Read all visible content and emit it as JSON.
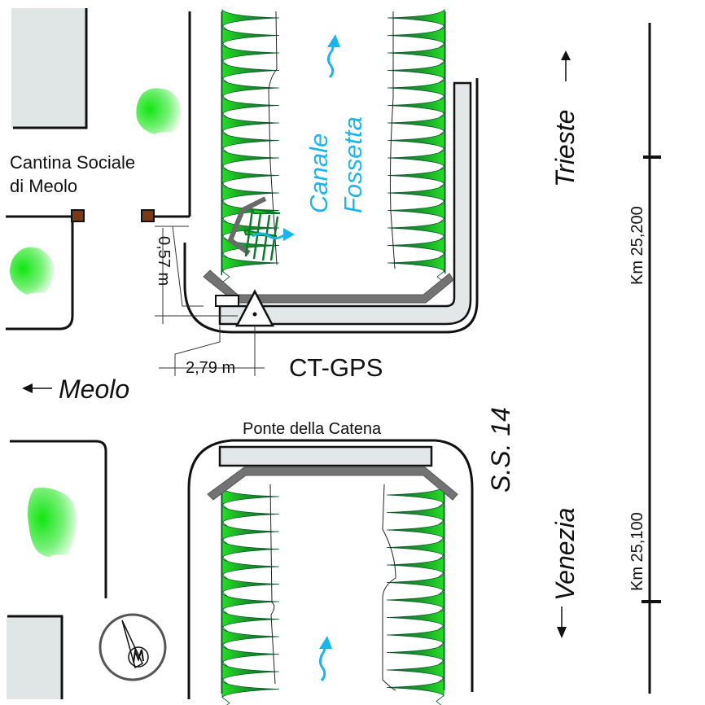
{
  "map": {
    "title": "CT-GPS",
    "places": {
      "cantina_line1": "Cantina Sociale",
      "cantina_line2": "di Meolo",
      "meolo": "Meolo",
      "trieste": "Trieste",
      "venezia": "Venezia",
      "canale_line1": "Canale",
      "canale_line2": "Fossetta",
      "bridge": "Ponte della Catena",
      "road": "S.S. 14"
    },
    "measurements": {
      "offset_vertical": "0,57 m",
      "offset_horizontal": "2,79 m"
    },
    "kilometer_markers": [
      {
        "label": "Km 25,200"
      },
      {
        "label": "Km 25,100"
      }
    ],
    "colors": {
      "water_text": "#19b5f0",
      "vegetation": "#22dd22",
      "vegetation_dark": "#0c5a2a",
      "bridge_fill": "#e3e7e7",
      "embankment": "#707070",
      "pillar": "#7a3a12",
      "building": "#e0e6e6"
    },
    "icons": {
      "station": "triangle-station-icon",
      "compass": "compass-icon",
      "flow": "water-flow-arrow-icon",
      "tree": "tree-icon"
    }
  }
}
